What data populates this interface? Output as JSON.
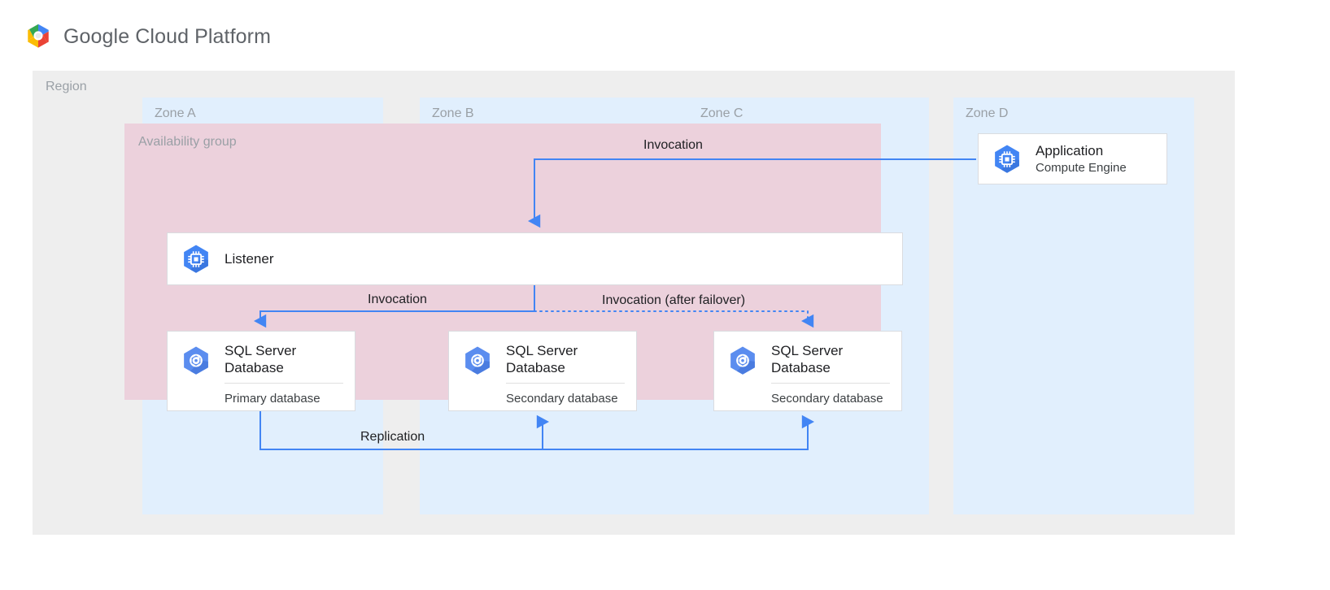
{
  "brand": {
    "name": "Google Cloud Platform",
    "logo_icon": "google-cloud-hexagon-logo",
    "colors": {
      "blue": "#4285f4",
      "red": "#ea4335",
      "yellow": "#fbbc05",
      "green": "#34a853"
    }
  },
  "region": {
    "label": "Region",
    "background": "#eeeeee"
  },
  "zones": [
    {
      "id": "zone-a",
      "label": "Zone A"
    },
    {
      "id": "zone-b",
      "label": "Zone B"
    },
    {
      "id": "zone-c",
      "label": "Zone C"
    },
    {
      "id": "zone-d",
      "label": "Zone D"
    }
  ],
  "availability_group": {
    "label": "Availability group",
    "background": "#ecd1dc"
  },
  "application": {
    "title": "Application",
    "subtitle": "Compute Engine",
    "icon": "compute-engine-icon",
    "zone": "Zone D"
  },
  "listener": {
    "title": "Listener",
    "icon": "compute-engine-icon"
  },
  "databases": [
    {
      "id": "db-primary",
      "title": "SQL Server",
      "title_line2": "Database",
      "role": "Primary database",
      "icon": "sql-server-database-icon",
      "zone": "Zone A"
    },
    {
      "id": "db-secondary-1",
      "title": "SQL Server",
      "title_line2": "Database",
      "role": "Secondary database",
      "icon": "sql-server-database-icon",
      "zone": "Zone B"
    },
    {
      "id": "db-secondary-2",
      "title": "SQL Server",
      "title_line2": "Database",
      "role": "Secondary database",
      "icon": "sql-server-database-icon",
      "zone": "Zone C"
    }
  ],
  "connectors": [
    {
      "id": "invocation-top",
      "label": "Invocation",
      "style": "solid",
      "from": "Application",
      "to": "Listener",
      "color": "#4285f4"
    },
    {
      "id": "invocation-primary",
      "label": "Invocation",
      "style": "solid",
      "from": "Listener",
      "to": "Primary database",
      "color": "#4285f4"
    },
    {
      "id": "invocation-failover",
      "label": "Invocation (after failover)",
      "style": "dotted",
      "from": "Listener",
      "to": "Secondary database",
      "color": "#4285f4"
    },
    {
      "id": "replication",
      "label": "Replication",
      "style": "solid",
      "from": "Primary database",
      "to": "Secondary databases",
      "color": "#4285f4"
    }
  ]
}
